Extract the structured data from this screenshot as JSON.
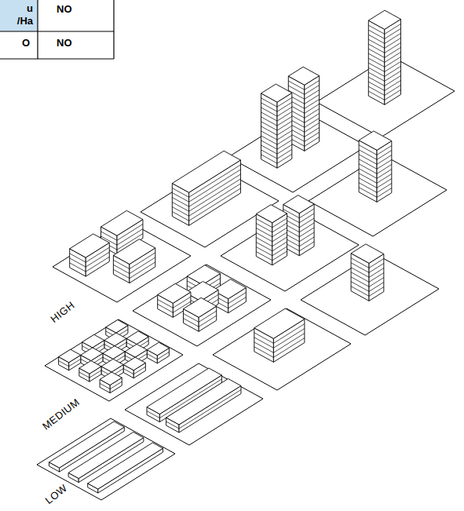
{
  "diagram": {
    "labels": [
      "u /Ha",
      "NO",
      "O",
      "NO",
      "HIGH",
      "MEDIUM",
      "LOW"
    ]
  }
}
